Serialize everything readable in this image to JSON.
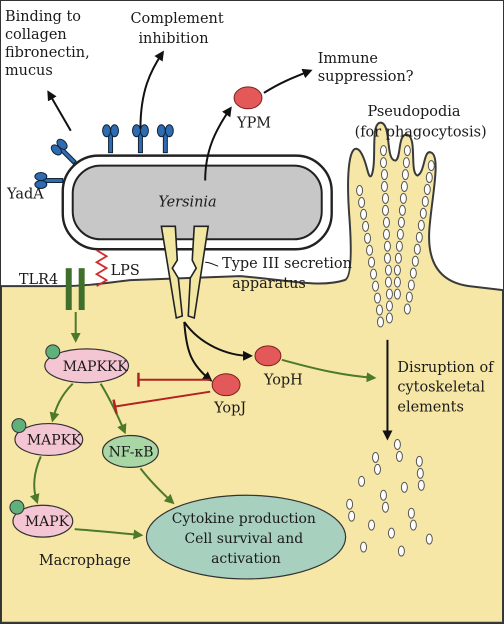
{
  "colors": {
    "macrophage_fill": "#f6e7a6",
    "membrane": "#3a3a3a",
    "bacterium_fill": "#c7c7c7",
    "receptor_blue": "#2e6bb0",
    "tlr_green": "#3f6f2a",
    "kinase_pink": "#f4c6d4",
    "nfkb_green": "#a9d6a5",
    "output_teal": "#a8d0bf",
    "yop_red": "#e35858",
    "phospho_green": "#5fb07a",
    "arrow_green": "#4d7a2a",
    "inhibit_red": "#b22222",
    "secretion_yellow": "#f1e6a2",
    "lps_red": "#d62a2a"
  },
  "labels": {
    "binding": [
      "Binding to",
      "collagen",
      "fibronectin,",
      "mucus"
    ],
    "complement": [
      "Complement",
      "inhibition"
    ],
    "immune": [
      "Immune",
      "suppression?"
    ],
    "ypm": "YPM",
    "pseudopodia": [
      "Pseudopodia",
      "(for phagocytosis)"
    ],
    "yersinia": "Yersinia",
    "yada": "YadA",
    "tlr4": "TLR4",
    "lps": "LPS",
    "t3ss": [
      "Type III secretion",
      "apparatus"
    ],
    "mapkkk": "MAPKKK",
    "mapkk": "MAPKK",
    "mapk": "MAPK",
    "nfkb": "NF-κB",
    "yoph": "YopH",
    "yopj": "YopJ",
    "disruption": [
      "Disruption of",
      "cytoskeletal",
      "elements"
    ],
    "cytokine": [
      "Cytokine production",
      "Cell survival and",
      "activation"
    ],
    "macrophage": "Macrophage"
  }
}
